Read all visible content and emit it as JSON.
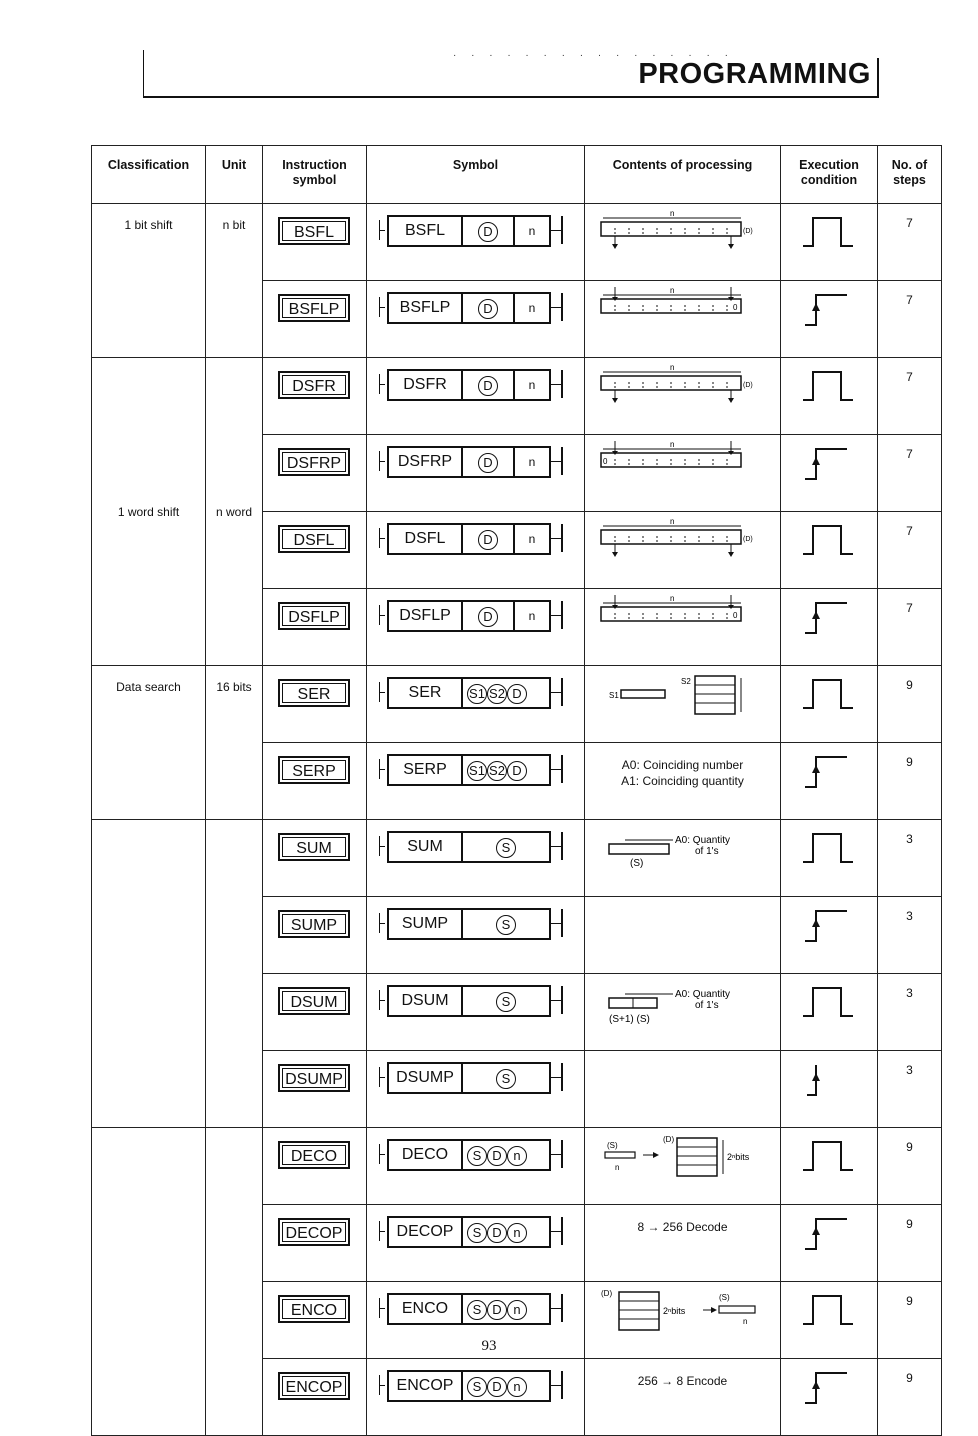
{
  "header": {
    "title": "PROGRAMMING"
  },
  "columns": {
    "classification": "Classification",
    "unit": "Unit",
    "instruction": "Instruction symbol",
    "symbol": "Symbol",
    "contents": "Contents of processing",
    "execution": "Execution condition",
    "steps": "No. of steps"
  },
  "groups": {
    "g1": {
      "classification": "1 bit shift",
      "unit": "n bit"
    },
    "g2": {
      "classification": "1 word shift",
      "unit": "n word"
    },
    "g3": {
      "classification": "Data search",
      "unit": "16 bits"
    }
  },
  "rows": [
    {
      "instr": "BSFL",
      "name": "BSFL",
      "ops": [
        "D",
        "n"
      ],
      "steps": "7",
      "exec": "pulse"
    },
    {
      "instr": "BSFLP",
      "name": "BSFLP",
      "ops": [
        "D",
        "n"
      ],
      "steps": "7",
      "exec": "rise"
    },
    {
      "instr": "DSFR",
      "name": "DSFR",
      "ops": [
        "D",
        "n"
      ],
      "steps": "7",
      "exec": "pulse"
    },
    {
      "instr": "DSFRP",
      "name": "DSFRP",
      "ops": [
        "D",
        "n"
      ],
      "steps": "7",
      "exec": "rise"
    },
    {
      "instr": "DSFL",
      "name": "DSFL",
      "ops": [
        "D",
        "n"
      ],
      "steps": "7",
      "exec": "pulse"
    },
    {
      "instr": "DSFLP",
      "name": "DSFLP",
      "ops": [
        "D",
        "n"
      ],
      "steps": "7",
      "exec": "rise"
    },
    {
      "instr": "SER",
      "name": "SER",
      "ops": [
        "S1",
        "S2",
        "D"
      ],
      "steps": "9",
      "exec": "pulse"
    },
    {
      "instr": "SERP",
      "name": "SERP",
      "ops": [
        "S1",
        "S2",
        "D"
      ],
      "steps": "9",
      "exec": "rise"
    },
    {
      "instr": "SUM",
      "name": "SUM",
      "ops": [
        "S"
      ],
      "steps": "3",
      "exec": "pulse"
    },
    {
      "instr": "SUMP",
      "name": "SUMP",
      "ops": [
        "S"
      ],
      "steps": "3",
      "exec": "rise"
    },
    {
      "instr": "DSUM",
      "name": "DSUM",
      "ops": [
        "S"
      ],
      "steps": "3",
      "exec": "pulse"
    },
    {
      "instr": "DSUMP",
      "name": "DSUMP",
      "ops": [
        "S"
      ],
      "steps": "3",
      "exec": "rise"
    },
    {
      "instr": "DECO",
      "name": "DECO",
      "ops": [
        "S",
        "D",
        "n"
      ],
      "steps": "9",
      "exec": "pulse"
    },
    {
      "instr": "DECOP",
      "name": "DECOP",
      "ops": [
        "S",
        "D",
        "n"
      ],
      "steps": "9",
      "exec": "rise"
    },
    {
      "instr": "ENCO",
      "name": "ENCO",
      "ops": [
        "S",
        "D",
        "n"
      ],
      "steps": "9",
      "exec": "pulse"
    },
    {
      "instr": "ENCOP",
      "name": "ENCOP",
      "ops": [
        "S",
        "D",
        "n"
      ],
      "steps": "9",
      "exec": "rise"
    }
  ],
  "processing": {
    "ser_a0": "A0: Coinciding number",
    "ser_a1": "A1: Coinciding quantity",
    "sum_a0": "A0: Quantity",
    "sum_a0b": "of 1's",
    "sum_s": "(S)",
    "dsum_a0": "A0: Quantity",
    "dsum_a0b": "of 1's",
    "dsum_s": "(S+1)  (S)",
    "deco_text": "8 → 256 Decode",
    "enco_text": "256 → 8 Encode",
    "lbl_n": "n",
    "lbl_d": "(D)",
    "lbl_s": "(S)",
    "lbl_s1": "S1",
    "lbl_s2": "S2",
    "lbl_0": "0",
    "lbl_2n": "2ⁿbits"
  },
  "page_number": "93"
}
